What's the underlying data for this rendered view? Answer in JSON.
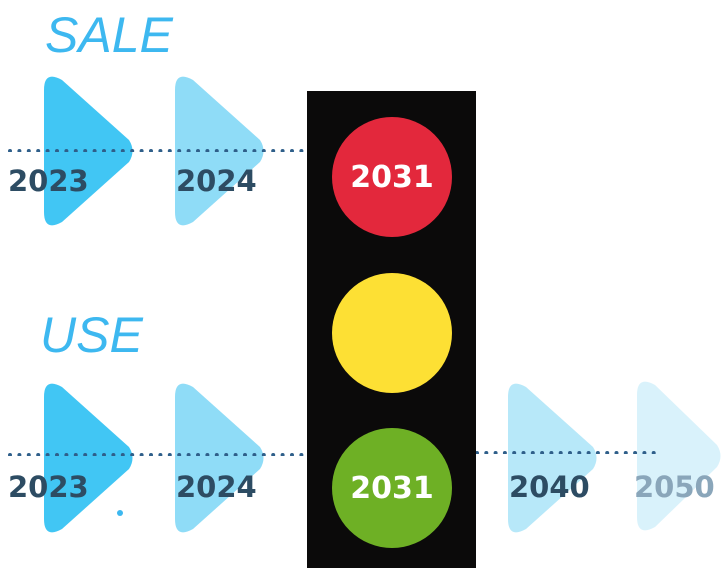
{
  "sale": {
    "heading": "SALE",
    "years": [
      "2023",
      "2024"
    ]
  },
  "use": {
    "heading": "USE",
    "years": [
      "2023",
      "2024",
      "2040",
      "2050"
    ]
  },
  "traffic_light": {
    "red_label": "2031",
    "yellow_label": "",
    "green_label": "2031"
  },
  "colors": {
    "arrow_strong": "#41c6f4",
    "arrow_medium": "#8fdcf7",
    "arrow_light": "#b7e8f9",
    "arrow_faint": "#d9f2fb",
    "dotted_line": "#2f5f8a",
    "year_dark": "#2d4c63",
    "year_faded": "#8aa6ba",
    "red": "#e3283c",
    "yellow": "#fde034",
    "green": "#6eb025",
    "box": "#0b0a0a"
  }
}
